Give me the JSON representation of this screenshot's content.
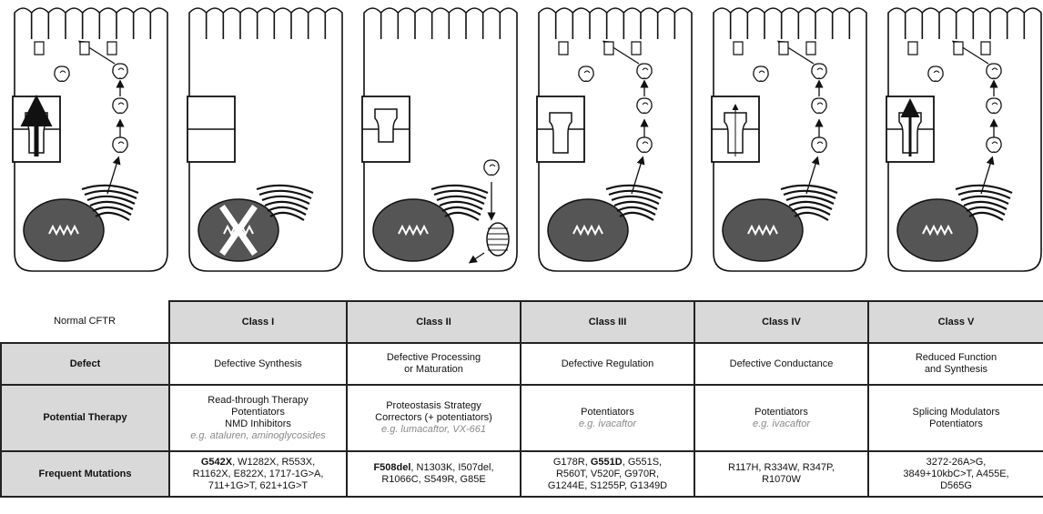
{
  "table": {
    "corner": "Normal CFTR",
    "columns": [
      "Class I",
      "Class II",
      "Class III",
      "Class IV",
      "Class V"
    ],
    "row_labels": [
      "Defect",
      "Potential Therapy",
      "Frequent Mutations"
    ],
    "defect": [
      [
        "Defective Synthesis"
      ],
      [
        "Defective Processing",
        "or Maturation"
      ],
      [
        "Defective Regulation"
      ],
      [
        "Defective Conductance"
      ],
      [
        "Reduced Function",
        "and Synthesis"
      ]
    ],
    "therapy": [
      {
        "lines": [
          "Read-through Therapy",
          "Potentiators",
          "NMD Inhibitors"
        ],
        "example": "e.g. ataluren, aminoglycosides"
      },
      {
        "lines": [
          "Proteostasis Strategy",
          "Correctors (+ potentiators)"
        ],
        "example": "e.g. lumacaftor, VX-661"
      },
      {
        "lines": [
          "Potentiators"
        ],
        "example": "e.g. ivacaftor"
      },
      {
        "lines": [
          "Potentiators"
        ],
        "example": "e.g. ivacaftor"
      },
      {
        "lines": [
          "Splicing Modulators",
          "Potentiators"
        ],
        "example": ""
      }
    ],
    "mutations": [
      {
        "bold": "G542X",
        "lines": [
          ", W1282X, R553X,",
          "R1162X, E822X, 1717-1G>A,",
          "711+1G>T, 621+1G>T"
        ]
      },
      {
        "bold": "F508del",
        "lines": [
          ", N1303K, I507del,",
          "R1066C, S549R, G85E"
        ]
      },
      {
        "pre": "G178R, ",
        "bold": "G551D",
        "lines": [
          ", G551S,",
          "R560T, V520F, G970R,",
          "G1244E, S1255P, G1349D"
        ]
      },
      {
        "bold": "",
        "lines": [
          "R117H, R334W, R347P,",
          "R1070W"
        ]
      },
      {
        "bold": "",
        "lines": [
          "3272-26A>G,",
          "3849+10kbC>T, A455E,",
          "D565G"
        ]
      }
    ]
  }
}
